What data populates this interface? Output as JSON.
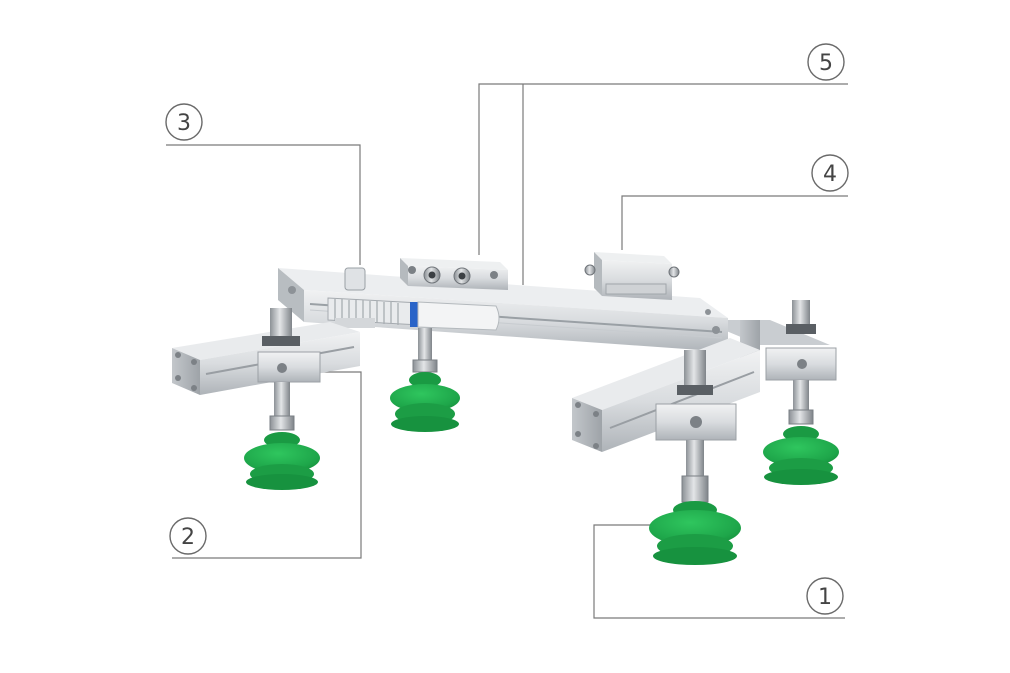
{
  "callouts": [
    {
      "id": "1",
      "label": "1"
    },
    {
      "id": "2",
      "label": "2"
    },
    {
      "id": "3",
      "label": "3"
    },
    {
      "id": "4",
      "label": "4"
    },
    {
      "id": "5",
      "label": "5"
    }
  ],
  "colors": {
    "suction_cup_green": "#1faa4a",
    "suction_cup_dark": "#128a37",
    "aluminium_light": "#e6e8ea",
    "aluminium_mid": "#c7cbcf",
    "aluminium_dark": "#9aa0a6",
    "accent_blue": "#2a64c8",
    "leader_line": "#7a7a7a"
  }
}
